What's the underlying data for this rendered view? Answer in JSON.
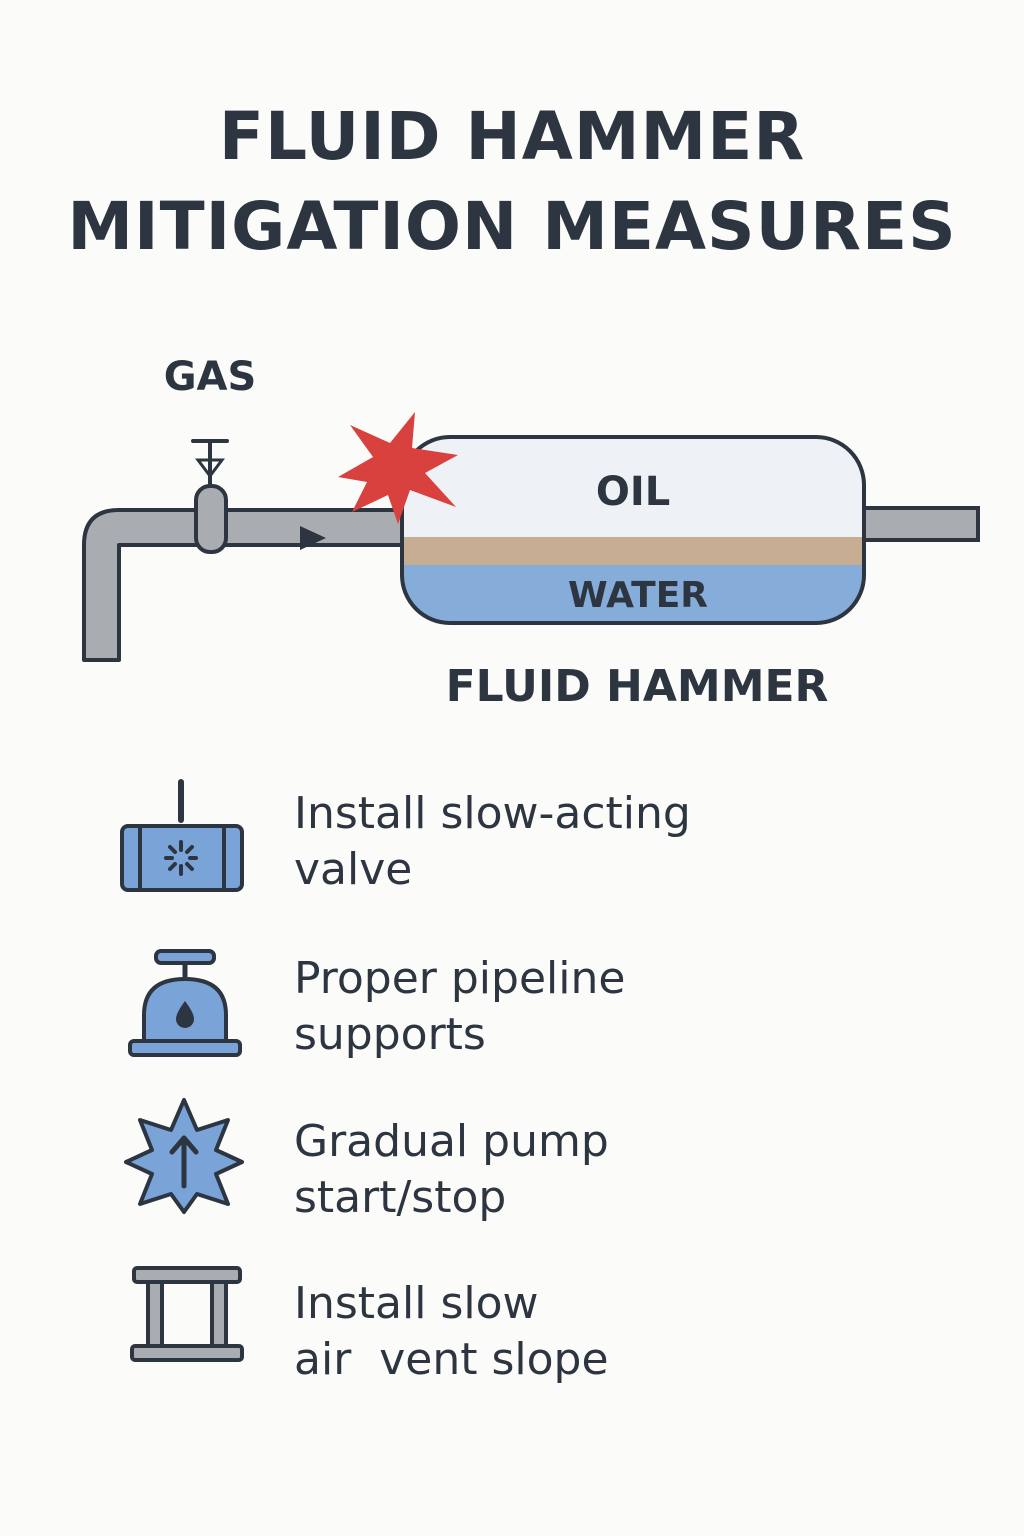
{
  "title": {
    "line1": "FLUID HAMMER",
    "line2": "MITIGATION MEASURES"
  },
  "diagram": {
    "gas_label": "GAS",
    "oil_label": "OIL",
    "water_label": "WATER",
    "caption": "FLUID HAMMER",
    "colors": {
      "pipe": "#a9adb1",
      "outline": "#2c3540",
      "oil": "#eef1f5",
      "interface": "#c7ae93",
      "water": "#86acd9",
      "burst": "#d9413e"
    }
  },
  "measures": [
    {
      "icon": "slow-acting-valve-icon",
      "lines": [
        "Install slow-acting",
        "valve"
      ]
    },
    {
      "icon": "pipeline-support-icon",
      "lines": [
        "Proper pipeline",
        "supports"
      ]
    },
    {
      "icon": "pump-burst-arrow-icon",
      "lines": [
        "Gradual pump",
        "start/stop"
      ]
    },
    {
      "icon": "support-frame-icon",
      "lines": [
        "Install slow",
        "air  vent slope"
      ]
    }
  ],
  "icon_color": "#7aa3d8"
}
